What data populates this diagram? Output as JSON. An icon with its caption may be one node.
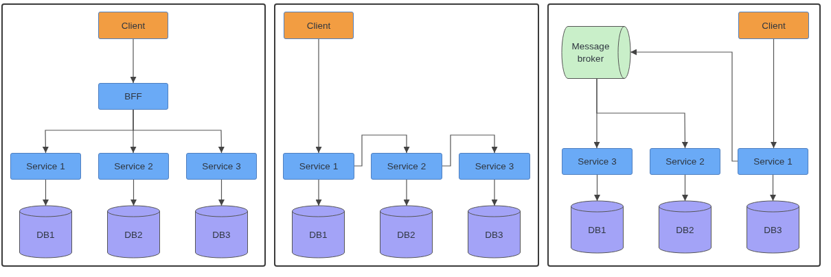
{
  "diagram": {
    "nodes": [
      {
        "text": [],
        "shape": "box"
      },
      {
        "text": [
          "Client"
        ],
        "in": 0
      },
      {
        "text": [
          "BFF"
        ],
        "in": 0
      },
      {
        "text": [
          "Service 1"
        ],
        "in": 0
      },
      {
        "text": [
          "Service 2"
        ],
        "in": 0
      },
      {
        "text": [
          "Service 3"
        ],
        "in": 0
      },
      {
        "text": [
          "DB1"
        ],
        "in": 0
      },
      {
        "text": [
          "DB2"
        ],
        "in": 0
      },
      {
        "text": [
          "DB3"
        ],
        "in": 0
      },
      {
        "text": [],
        "shape": "box"
      },
      {
        "text": [
          "Client"
        ],
        "in": 9
      },
      {
        "text": [
          "Service 1"
        ],
        "in": 9
      },
      {
        "text": [
          "Service 2"
        ],
        "in": 9
      },
      {
        "text": [
          "Service 3"
        ],
        "in": 9
      },
      {
        "text": [
          "DB1"
        ],
        "in": 9
      },
      {
        "text": [
          "DB2"
        ],
        "in": 9
      },
      {
        "text": [
          "DB3"
        ],
        "in": 9
      },
      {
        "text": [],
        "shape": "box"
      },
      {
        "text": [
          "Message broker"
        ],
        "in": 17
      },
      {
        "text": [
          "Client"
        ],
        "in": 17
      },
      {
        "text": [
          "Service 3"
        ],
        "in": 17
      },
      {
        "text": [
          "Service 2"
        ],
        "in": 17
      },
      {
        "text": [
          "Service 1"
        ],
        "in": 17
      },
      {
        "text": [
          "DB1"
        ],
        "in": 17
      },
      {
        "text": [
          "DB2"
        ],
        "in": 17
      },
      {
        "text": [
          "DB3"
        ],
        "in": 17
      }
    ],
    "edges": [
      {
        "from": 1,
        "to": 2,
        "arrow": "to"
      },
      {
        "from": 2,
        "to": 3,
        "arrow": "to"
      },
      {
        "from": 2,
        "to": 4,
        "arrow": "to"
      },
      {
        "from": 2,
        "to": 5,
        "arrow": "to"
      },
      {
        "from": 3,
        "to": 6,
        "arrow": "to"
      },
      {
        "from": 4,
        "to": 7,
        "arrow": "to"
      },
      {
        "from": 5,
        "to": 8,
        "arrow": "to"
      },
      {
        "from": 10,
        "to": 11,
        "arrow": "to"
      },
      {
        "from": 11,
        "to": 12,
        "arrow": "to"
      },
      {
        "from": 12,
        "to": 13,
        "arrow": "to"
      },
      {
        "from": 11,
        "to": 14,
        "arrow": "to"
      },
      {
        "from": 12,
        "to": 15,
        "arrow": "to"
      },
      {
        "from": 13,
        "to": 16,
        "arrow": "to"
      },
      {
        "from": 19,
        "to": 22,
        "arrow": "to"
      },
      {
        "from": 22,
        "to": 18,
        "arrow": "to"
      },
      {
        "from": 18,
        "to": 20,
        "arrow": "to"
      },
      {
        "from": 18,
        "to": 21,
        "arrow": "to"
      },
      {
        "from": 20,
        "to": 23,
        "arrow": "to"
      },
      {
        "from": 21,
        "to": 24,
        "arrow": "to"
      },
      {
        "from": 22,
        "to": 25,
        "arrow": "to"
      }
    ]
  }
}
